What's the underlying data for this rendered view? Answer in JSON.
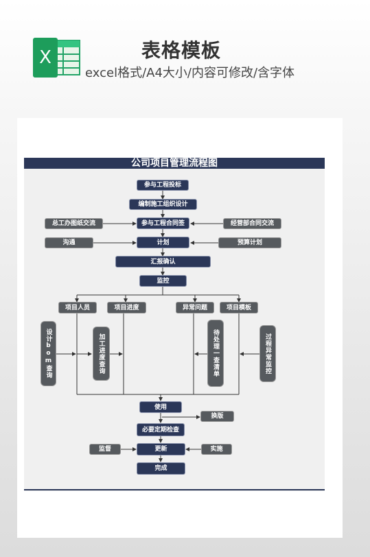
{
  "banner": {
    "icon": "excel-icon",
    "icon_letter": "X",
    "title": "表格模板",
    "subtitle": "excel格式/A4大小/内容可修改/含字体"
  },
  "chart": {
    "title": "公司项目管理流程图",
    "nodes": {
      "bid": "参与工程投标",
      "design": "编制施工组织设计",
      "contract": "参与工程合同签",
      "drawing": "总工办图纸交流",
      "business": "经营部合同交流",
      "communicate": "沟通",
      "plan": "计划",
      "budget": "预算计划",
      "confirm": "汇报确认",
      "monitor": "监控",
      "personnel": "项目人员",
      "progress": "项目进度",
      "issues": "异常问题",
      "template": "项目模板",
      "bom": "设计bom查询",
      "process_query": "加工进度查询",
      "pending": "待处理一查清单",
      "process_abnormal": "过程异常监控",
      "use": "使用",
      "replace": "换版",
      "inspection": "必要定期检查",
      "supervise": "监督",
      "update": "更新",
      "implement": "实施",
      "complete": "完成"
    }
  },
  "colors": {
    "navy": "#2b3758",
    "gray": "#565a5e",
    "excel_green": "#21a366"
  }
}
